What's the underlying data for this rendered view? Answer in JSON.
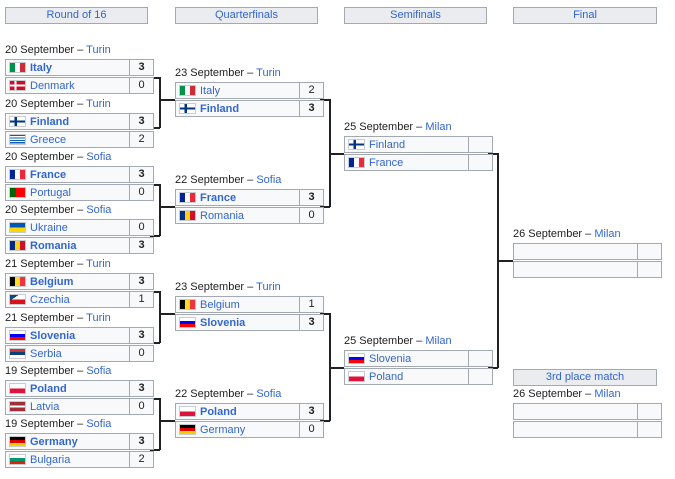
{
  "headers": [
    "Round of 16",
    "Quarterfinals",
    "Semifinals",
    "Final"
  ],
  "round_of_16": [
    {
      "date": "20 September",
      "venue": "Turin",
      "teams": [
        {
          "name": "Italy",
          "flag": "ITA",
          "score": "3",
          "win": true
        },
        {
          "name": "Denmark",
          "flag": "DEN",
          "score": "0",
          "win": false
        }
      ]
    },
    {
      "date": "20 September",
      "venue": "Turin",
      "teams": [
        {
          "name": "Finland",
          "flag": "FIN",
          "score": "3",
          "win": true
        },
        {
          "name": "Greece",
          "flag": "GRE",
          "score": "2",
          "win": false
        }
      ]
    },
    {
      "date": "20 September",
      "venue": "Sofia",
      "teams": [
        {
          "name": "France",
          "flag": "FRA",
          "score": "3",
          "win": true
        },
        {
          "name": "Portugal",
          "flag": "POR",
          "score": "0",
          "win": false
        }
      ]
    },
    {
      "date": "20 September",
      "venue": "Sofia",
      "teams": [
        {
          "name": "Ukraine",
          "flag": "UKR",
          "score": "0",
          "win": false
        },
        {
          "name": "Romania",
          "flag": "ROU",
          "score": "3",
          "win": true
        }
      ]
    },
    {
      "date": "21 September",
      "venue": "Turin",
      "teams": [
        {
          "name": "Belgium",
          "flag": "BEL",
          "score": "3",
          "win": true
        },
        {
          "name": "Czechia",
          "flag": "CZE",
          "score": "1",
          "win": false
        }
      ]
    },
    {
      "date": "21 September",
      "venue": "Turin",
      "teams": [
        {
          "name": "Slovenia",
          "flag": "SVN",
          "score": "3",
          "win": true
        },
        {
          "name": "Serbia",
          "flag": "SRB",
          "score": "0",
          "win": false
        }
      ]
    },
    {
      "date": "19 September",
      "venue": "Sofia",
      "teams": [
        {
          "name": "Poland",
          "flag": "POL",
          "score": "3",
          "win": true
        },
        {
          "name": "Latvia",
          "flag": "LAT",
          "score": "0",
          "win": false
        }
      ]
    },
    {
      "date": "19 September",
      "venue": "Sofia",
      "teams": [
        {
          "name": "Germany",
          "flag": "GER",
          "score": "3",
          "win": true
        },
        {
          "name": "Bulgaria",
          "flag": "BUL",
          "score": "2",
          "win": false
        }
      ]
    }
  ],
  "quarterfinals": [
    {
      "date": "23 September",
      "venue": "Turin",
      "teams": [
        {
          "name": "Italy",
          "flag": "ITA",
          "score": "2",
          "win": false
        },
        {
          "name": "Finland",
          "flag": "FIN",
          "score": "3",
          "win": true
        }
      ]
    },
    {
      "date": "22 September",
      "venue": "Sofia",
      "teams": [
        {
          "name": "France",
          "flag": "FRA",
          "score": "3",
          "win": true
        },
        {
          "name": "Romania",
          "flag": "ROU",
          "score": "0",
          "win": false
        }
      ]
    },
    {
      "date": "23 September",
      "venue": "Turin",
      "teams": [
        {
          "name": "Belgium",
          "flag": "BEL",
          "score": "1",
          "win": false
        },
        {
          "name": "Slovenia",
          "flag": "SVN",
          "score": "3",
          "win": true
        }
      ]
    },
    {
      "date": "22 September",
      "venue": "Sofia",
      "teams": [
        {
          "name": "Poland",
          "flag": "POL",
          "score": "3",
          "win": true
        },
        {
          "name": "Germany",
          "flag": "GER",
          "score": "0",
          "win": false
        }
      ]
    }
  ],
  "semifinals": [
    {
      "date": "25 September",
      "venue": "Milan",
      "teams": [
        {
          "name": "Finland",
          "flag": "FIN",
          "score": "",
          "win": false
        },
        {
          "name": "France",
          "flag": "FRA",
          "score": "",
          "win": false
        }
      ]
    },
    {
      "date": "25 September",
      "venue": "Milan",
      "teams": [
        {
          "name": "Slovenia",
          "flag": "SVN",
          "score": "",
          "win": false
        },
        {
          "name": "Poland",
          "flag": "POL",
          "score": "",
          "win": false
        }
      ]
    }
  ],
  "final": {
    "date": "26 September",
    "venue": "Milan"
  },
  "third_place": {
    "title": "3rd place match",
    "date": "26 September",
    "venue": "Milan"
  }
}
